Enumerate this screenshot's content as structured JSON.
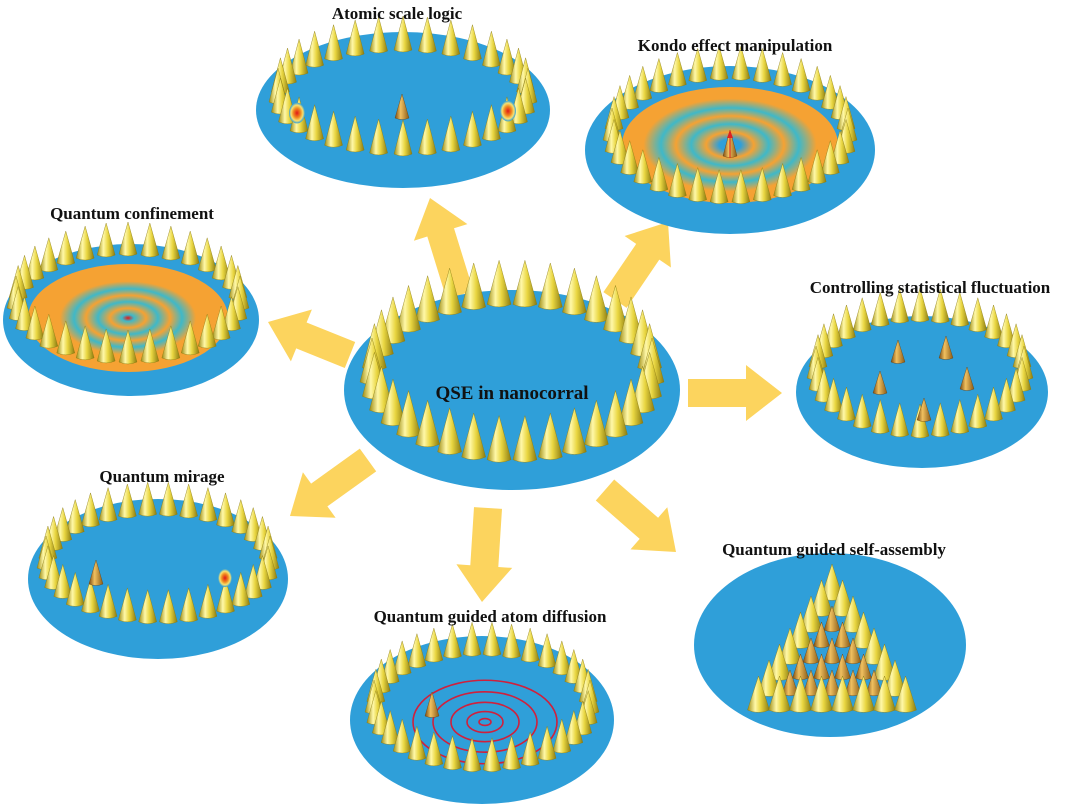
{
  "center": {
    "label": "QSE in nanocorral"
  },
  "panels": [
    {
      "id": "atomic-scale-logic",
      "label": "Atomic scale logic"
    },
    {
      "id": "kondo-effect-manipulation",
      "label": "Kondo effect manipulation"
    },
    {
      "id": "quantum-confinement",
      "label": "Quantum confinement"
    },
    {
      "id": "controlling-statistical-fluctuation",
      "label": "Controlling statistical fluctuation"
    },
    {
      "id": "quantum-mirage",
      "label": "Quantum mirage"
    },
    {
      "id": "quantum-guided-self-assembly",
      "label": "Quantum guided self-assembly"
    },
    {
      "id": "quantum-guided-atom-diffusion",
      "label": "Quantum guided atom diffusion"
    }
  ],
  "colors": {
    "substrate": "#2f9fd9",
    "arrow": "#fcd45e",
    "cone": "#e9d641",
    "cone_inner": "#c8902a",
    "ring_orange": "#f5a233",
    "ring_teal": "#3fb8c8",
    "hotspot": "#e02020",
    "diffusion_ring": "#d0203c"
  }
}
